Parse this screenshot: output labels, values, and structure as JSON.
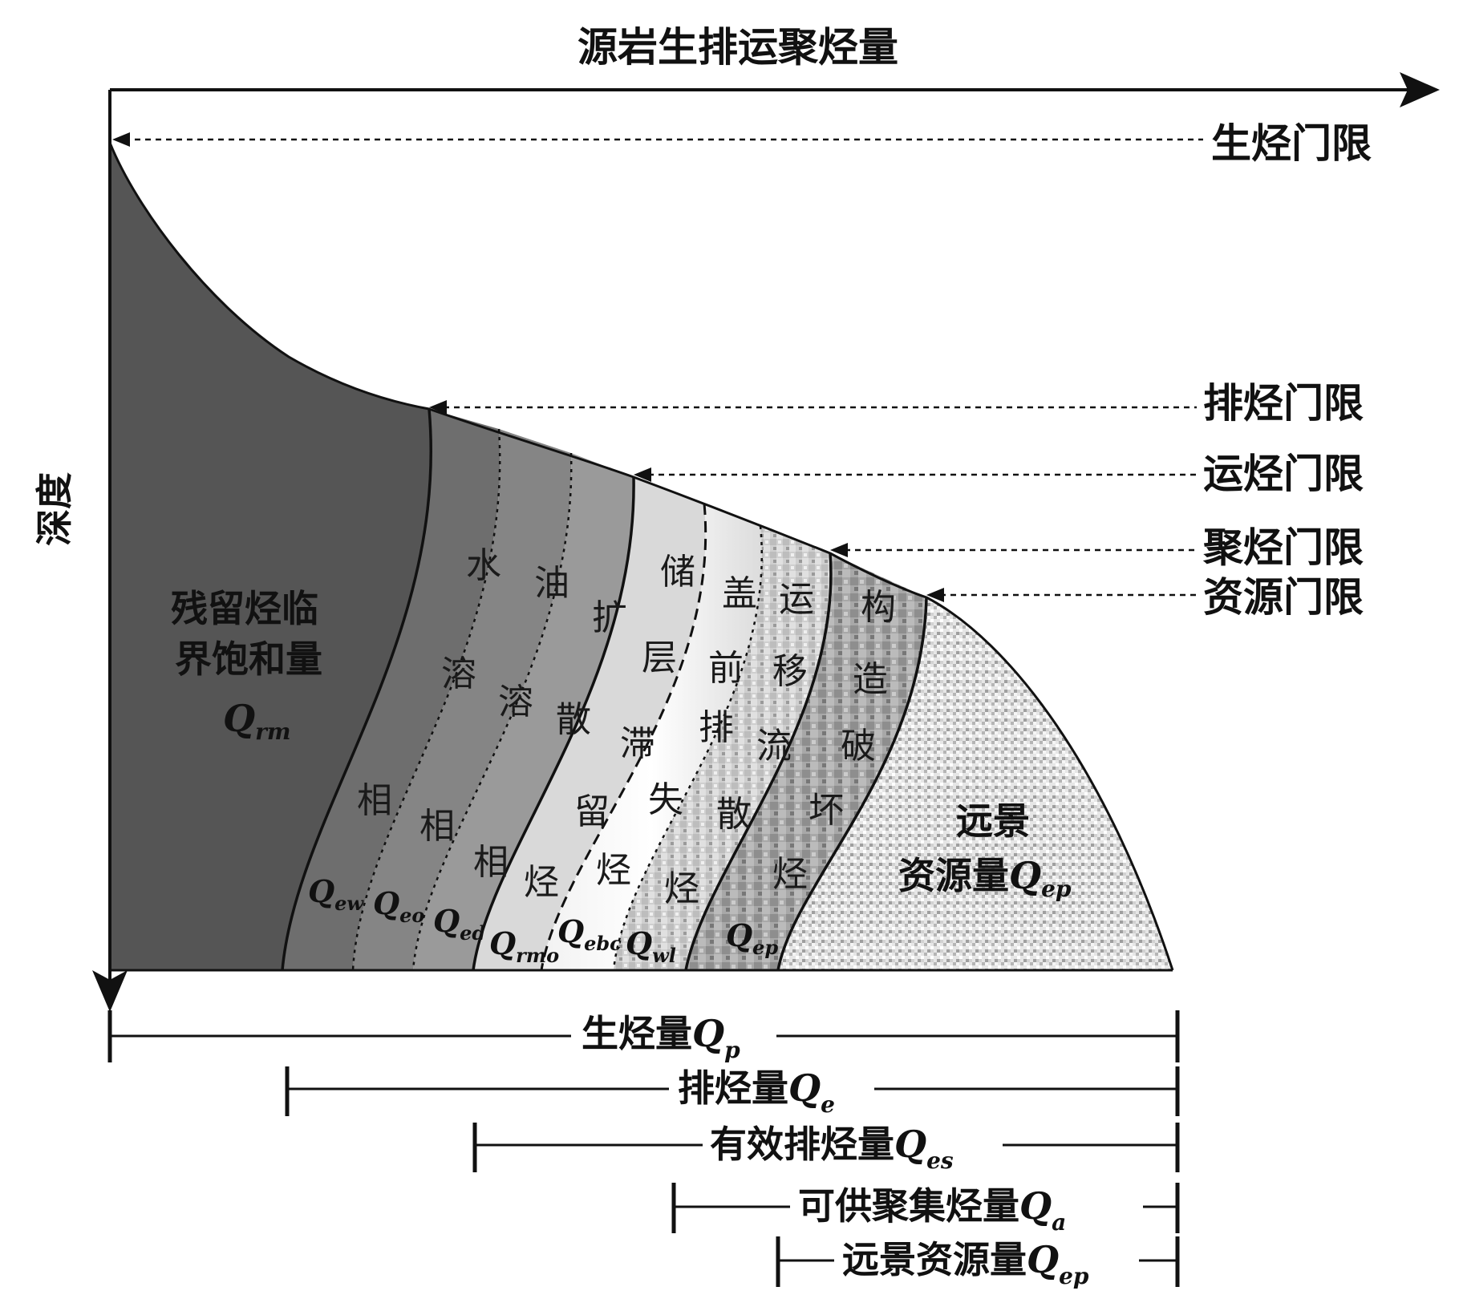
{
  "axes": {
    "x_title": "源岩生排运聚烃量",
    "y_title": "深度"
  },
  "thresholds": [
    {
      "id": "gen",
      "label": "生烃门限"
    },
    {
      "id": "exp",
      "label": "排烃门限"
    },
    {
      "id": "mig",
      "label": "运烃门限"
    },
    {
      "id": "acc",
      "label": "聚烃门限"
    },
    {
      "id": "res",
      "label": "资源门限"
    }
  ],
  "zones": {
    "residual": {
      "l1": "残留烃临",
      "l2": "界饱和量",
      "q": "Q",
      "sub": "rm"
    },
    "water": {
      "chars": [
        "水",
        "溶",
        "相"
      ],
      "q": "Q",
      "sub": "ew"
    },
    "oil": {
      "chars": [
        "油",
        "溶",
        "相"
      ],
      "q": "Q",
      "sub": "eo"
    },
    "diff": {
      "chars": [
        "扩",
        "散",
        "相"
      ],
      "q": "Q",
      "sub": "ed"
    },
    "res_ret": {
      "chars": [
        "储",
        "层",
        "滞",
        "留",
        "烃"
      ],
      "q": "Q",
      "sub": "rmo"
    },
    "cap": {
      "chars": [
        "盖",
        "前",
        "排",
        "失",
        "烃"
      ],
      "q": "Q",
      "sub": "ebc"
    },
    "mig": {
      "chars": [
        "运",
        "移",
        "流",
        "散",
        "烃"
      ],
      "q": "Q",
      "sub": "wl"
    },
    "tect": {
      "chars": [
        "构",
        "造",
        "破",
        "坏",
        "烃"
      ],
      "q": "Q",
      "sub": "ep"
    },
    "prospect": {
      "l1": "远景",
      "l2": "资源量",
      "q": "Q",
      "sub": "ep"
    }
  },
  "ranges": [
    {
      "label": "生烃量",
      "q": "Q",
      "sub": "p"
    },
    {
      "label": "排烃量",
      "q": "Q",
      "sub": "e"
    },
    {
      "label": "有效排烃量",
      "q": "Q",
      "sub": "es"
    },
    {
      "label": "可供聚集烃量",
      "q": "Q",
      "sub": "a"
    },
    {
      "label": "远景资源量",
      "q": "Q",
      "sub": "ep"
    }
  ]
}
